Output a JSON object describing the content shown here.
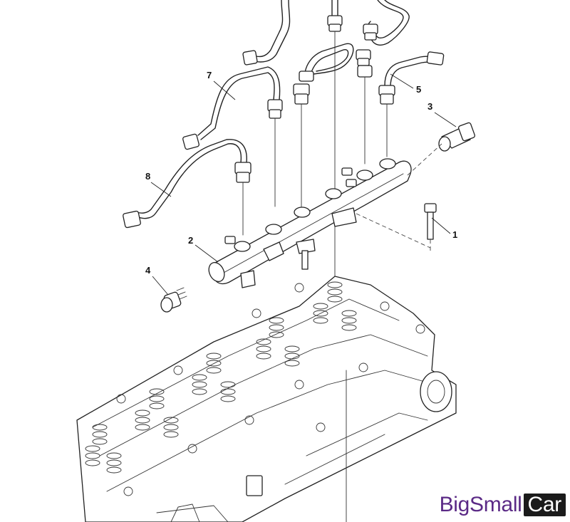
{
  "callouts": {
    "c1": "1",
    "c2": "2",
    "c3": "3",
    "c4": "4",
    "c5": "5",
    "c7": "7",
    "c8": "8"
  },
  "watermark": {
    "part1": "Big",
    "part2": "Small",
    "part3": "Car"
  },
  "colors": {
    "watermark_text": "#5b2a86",
    "watermark_box": "#1b1b1b",
    "line_art": "#222222"
  }
}
